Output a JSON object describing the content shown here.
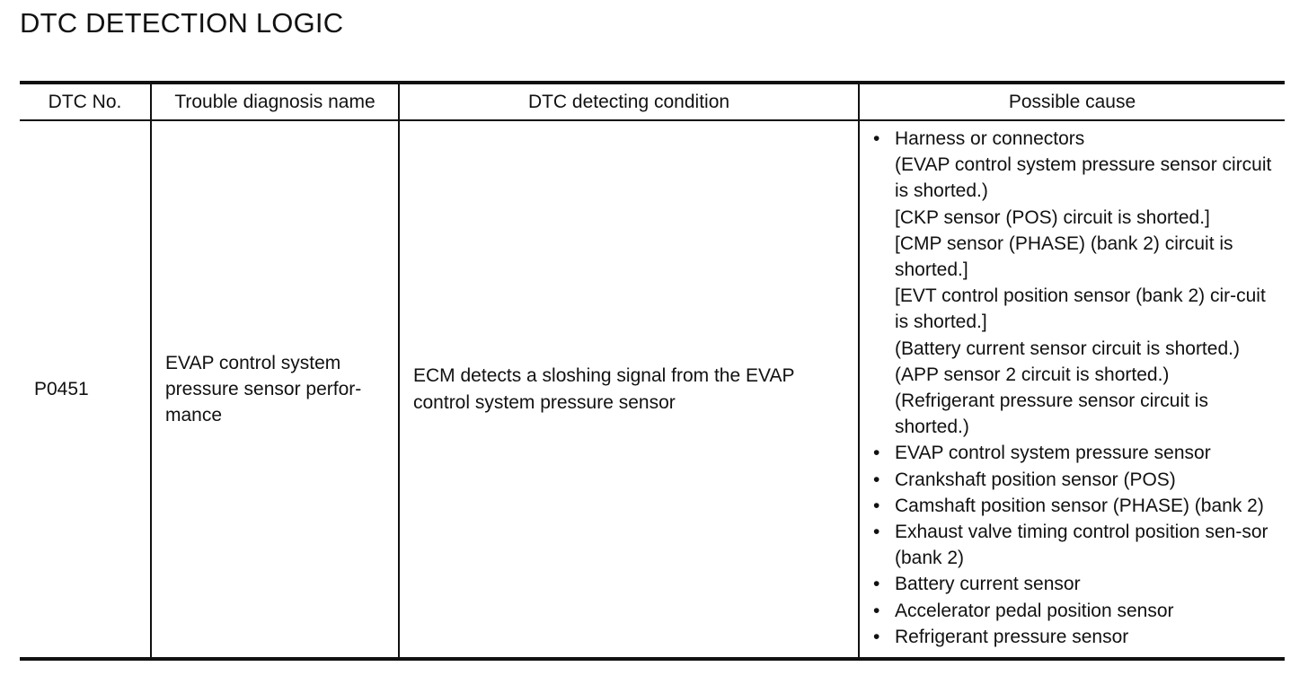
{
  "page": {
    "title": "DTC DETECTION LOGIC"
  },
  "table": {
    "headers": {
      "dtc_no": "DTC No.",
      "name": "Trouble diagnosis name",
      "condition": "DTC detecting condition",
      "cause": "Possible cause"
    },
    "rows": [
      {
        "dtc_no": "P0451",
        "name": "EVAP control system pressure sensor perfor-mance",
        "condition": "ECM detects a sloshing signal from the EVAP control system pressure sensor",
        "causes": [
          {
            "label": "Harness or connectors",
            "details": [
              "(EVAP control system pressure sensor circuit is shorted.)",
              "[CKP sensor (POS) circuit is shorted.]",
              "[CMP sensor (PHASE) (bank 2) circuit is shorted.]",
              "[EVT control position sensor (bank 2) cir-cuit is shorted.]",
              "(Battery current sensor circuit is shorted.)",
              "(APP sensor 2 circuit is shorted.)",
              "(Refrigerant pressure sensor circuit is shorted.)"
            ]
          },
          {
            "label": "EVAP control system pressure sensor"
          },
          {
            "label": "Crankshaft position sensor (POS)"
          },
          {
            "label": "Camshaft position sensor (PHASE) (bank 2)"
          },
          {
            "label": "Exhaust valve timing control position sen-sor (bank 2)"
          },
          {
            "label": "Battery current sensor"
          },
          {
            "label": "Accelerator pedal position sensor"
          },
          {
            "label": "Refrigerant pressure sensor"
          }
        ]
      }
    ]
  },
  "icons": {
    "bullet": "•"
  }
}
